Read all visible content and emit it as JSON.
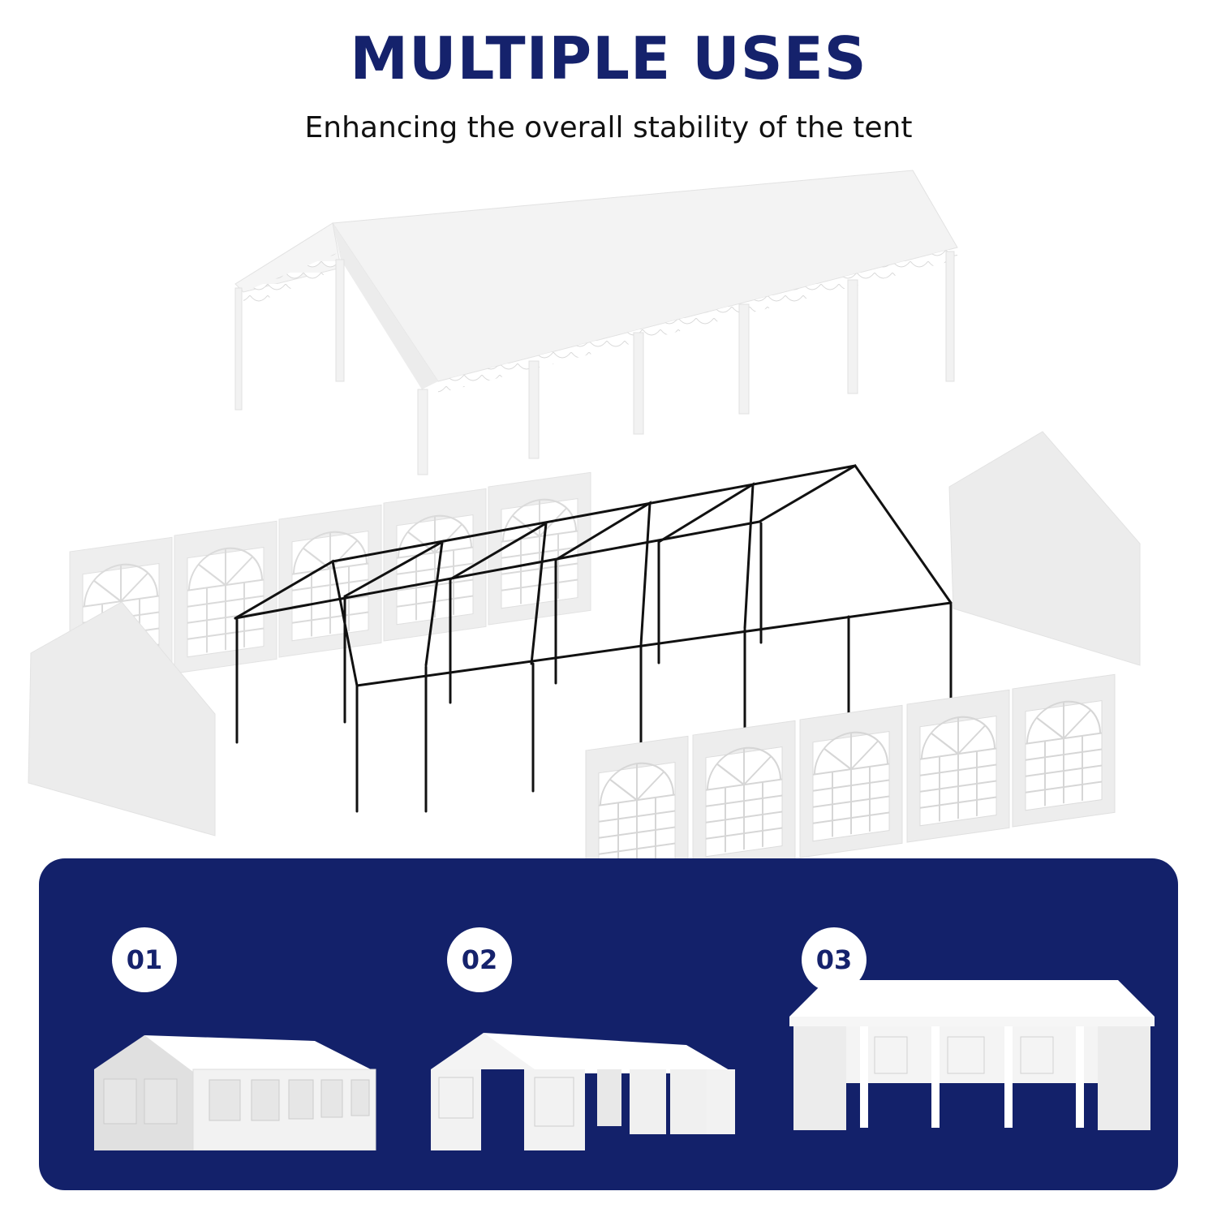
{
  "header": {
    "title": "MULTIPLE USES",
    "subtitle": "Enhancing the overall stability of the tent"
  },
  "illustration": {
    "canopy_roof": "tent-canopy-roof",
    "frame": "steel-tent-frame",
    "side_walls_back_count": 5,
    "side_walls_front_count": 5,
    "gable_end_walls": 2
  },
  "options": [
    {
      "badge": "01",
      "configuration": "fully-enclosed"
    },
    {
      "badge": "02",
      "configuration": "partially-open"
    },
    {
      "badge": "03",
      "configuration": "open-front"
    }
  ],
  "colors": {
    "brand_navy": "#13216a",
    "title_navy": "#15226c",
    "frame_black": "#111111",
    "fabric_white": "#f4f4f4",
    "fabric_shadow": "#e4e4e4"
  }
}
